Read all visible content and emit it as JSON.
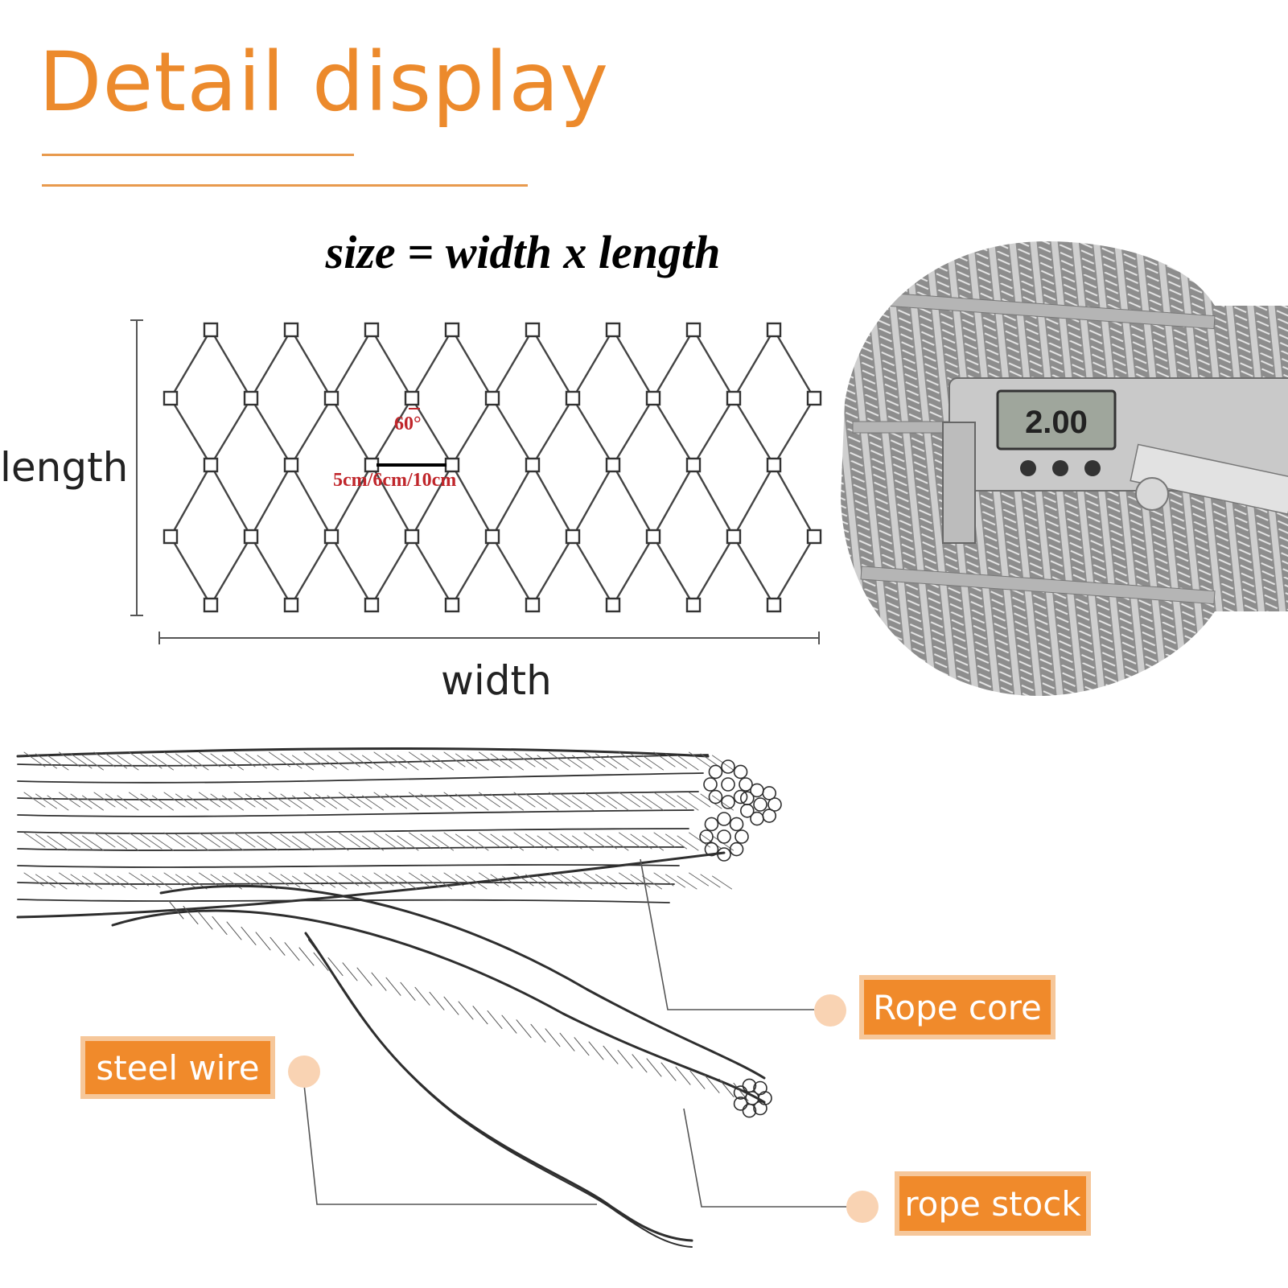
{
  "header": {
    "title": "Detail display",
    "formula": "size = width x length"
  },
  "mesh_diagram": {
    "length_label": "length",
    "width_label": "width",
    "angle_label": "60°",
    "mesh_size_label": "5cm/6cm/10cm"
  },
  "caliper_photo": {
    "display_reading": "2.00"
  },
  "rope_labels": {
    "rope_core": "Rope core",
    "steel_wire": "steel wire",
    "rope_stock": "rope stock"
  },
  "colors": {
    "accent_orange": "#ec8a2c",
    "label_bg": "#f08a2b",
    "label_border": "#f6c79a",
    "dot": "#f9d3b3",
    "annotation_red": "#c0262b"
  }
}
